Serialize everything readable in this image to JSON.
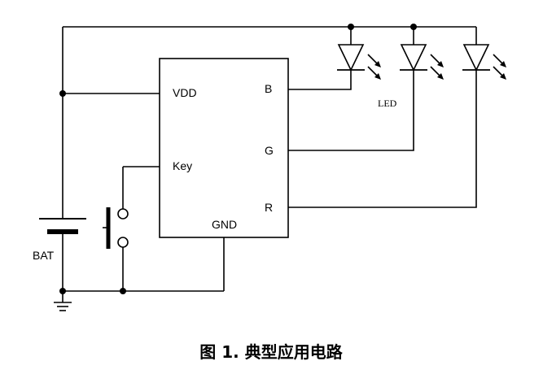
{
  "chip": {
    "pins": {
      "vdd": "VDD",
      "key": "Key",
      "gnd": "GND",
      "b": "B",
      "g": "G",
      "r": "R"
    }
  },
  "battery": {
    "label": "BAT"
  },
  "led": {
    "label": "LED",
    "count": 3
  },
  "caption": "图 1.  典型应用电路"
}
